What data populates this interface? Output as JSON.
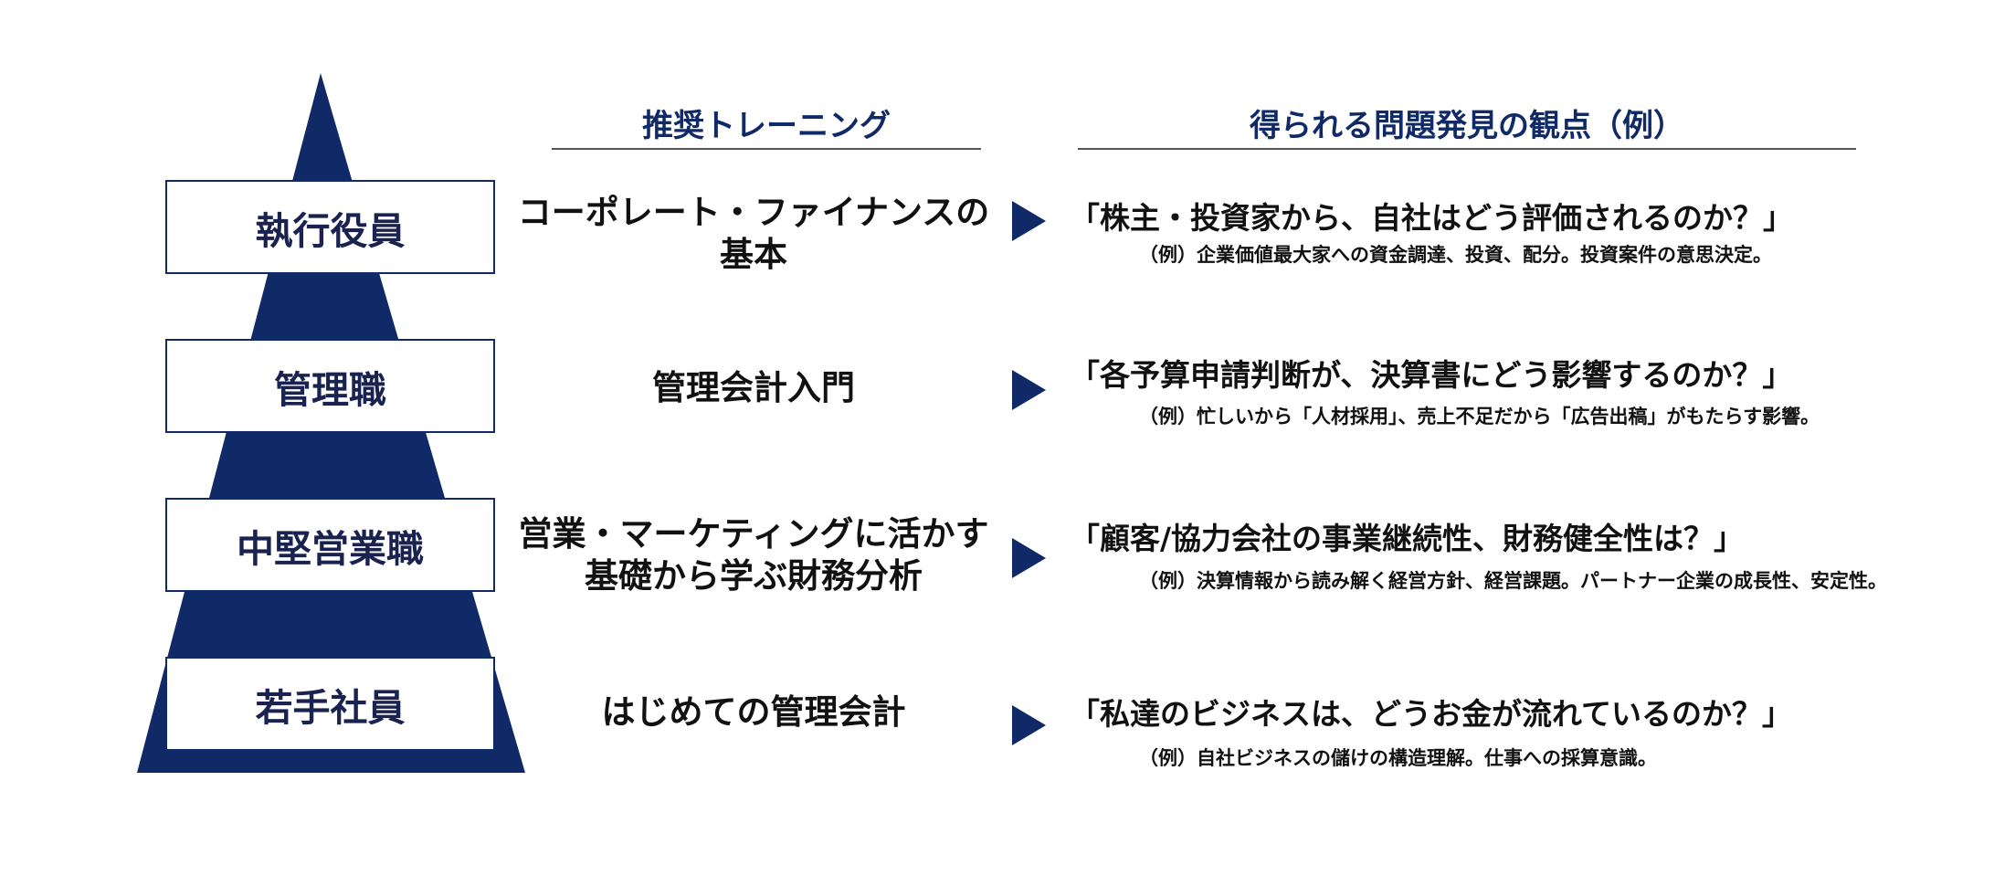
{
  "headers": {
    "training": "推奨トレーニング",
    "viewpoints": "得られる問題発見の観点（例）"
  },
  "levels": [
    {
      "role": "執行役員",
      "training": "コーポレート・ファイナンスの基本",
      "question": "「株主・投資家から、自社はどう評価されるのか？」",
      "example": "（例）企業価値最大家への資金調達、投資、配分。投資案件の意思決定。"
    },
    {
      "role": "管理職",
      "training": "管理会計入門",
      "question": "「各予算申請判断が、決算書にどう影響するのか？」",
      "example": "（例）忙しいから「人材採用」、売上不足だから「広告出稿」がもたらす影響。"
    },
    {
      "role": "中堅営業職",
      "training": "営業・マーケティングに活かす基礎から学ぶ財務分析",
      "question": "「顧客/協力会社の事業継続性、財務健全性は？」",
      "example": "（例）決算情報から読み解く経営方針、経営課題。パートナー企業の成長性、安定性。"
    },
    {
      "role": "若手社員",
      "training": "はじめての管理会計",
      "question": "「私達のビジネスは、どうお金が流れているのか？」",
      "example": "（例）自社ビジネスの儲けの構造理解。仕事への採算意識。"
    }
  ],
  "colors": {
    "navy": "#0f2a66",
    "text": "#111111"
  }
}
